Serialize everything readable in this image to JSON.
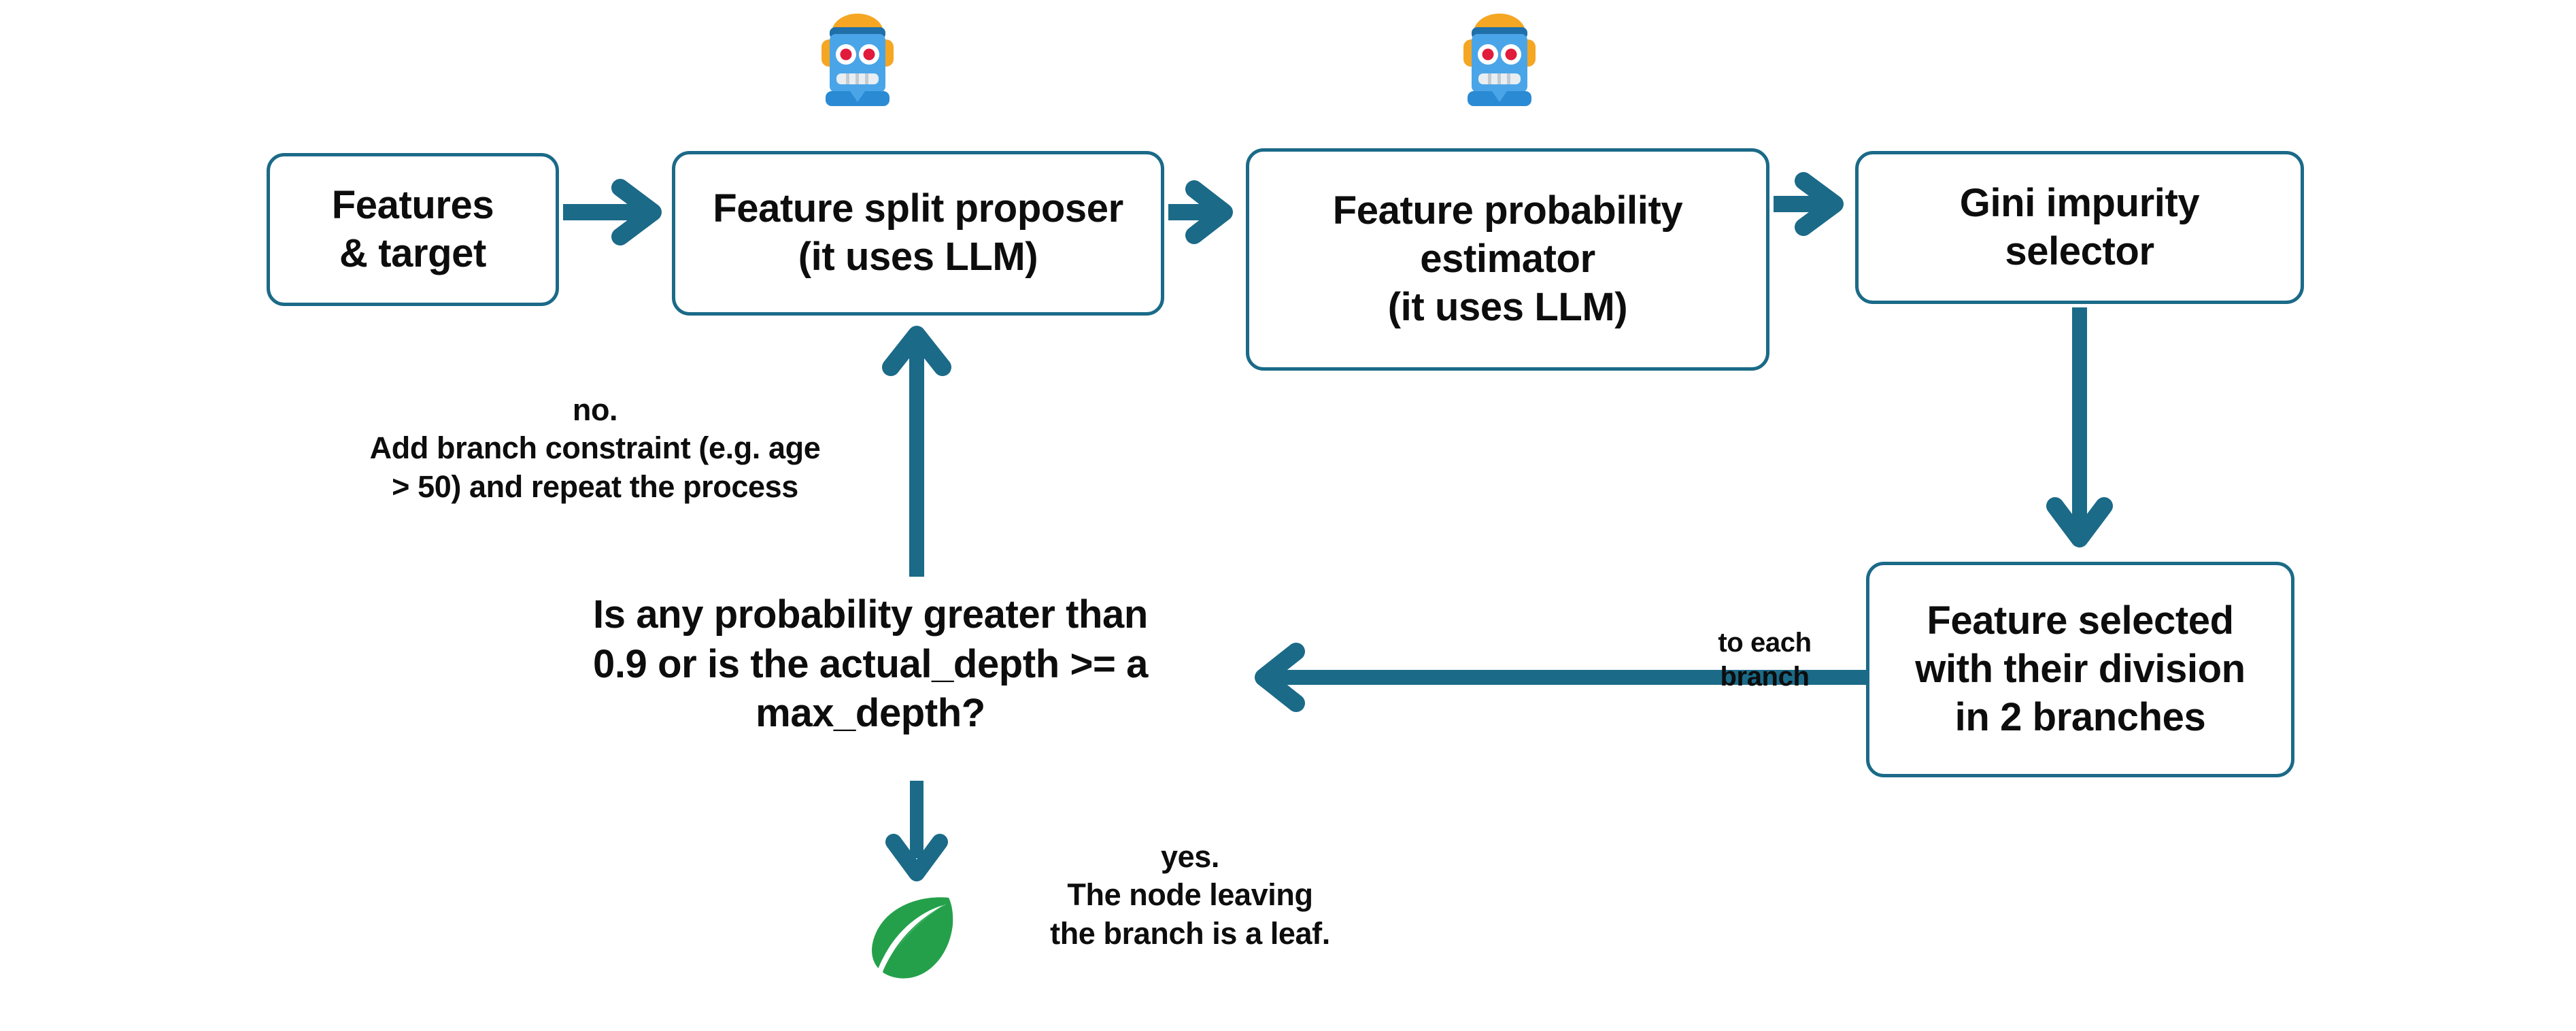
{
  "theme": {
    "accent": "#1B6A88",
    "box_border": "#1B6A88",
    "box_fill": "#FFFFFF",
    "text": "#0D0D0D",
    "leaf_green": "#25A04A",
    "leaf_green_light": "#3CB35F",
    "robot_face": "#4AA5E8",
    "robot_band": "#1F6FA8",
    "robot_ear": "#F5A623",
    "robot_eye_white": "#FFFFFF",
    "robot_eye_red": "#E01B3C",
    "robot_mouth": "#E9EEF2",
    "background": "#FFFFFF"
  },
  "diagram": {
    "title": "LLM decision tree building pipeline",
    "nodes": [
      {
        "id": "features",
        "label": "Features\n& target"
      },
      {
        "id": "proposer",
        "label": "Feature split proposer\n(it uses LLM)"
      },
      {
        "id": "estimator",
        "label": "Feature probability\nestimator\n(it uses LLM)"
      },
      {
        "id": "gini",
        "label": "Gini impurity\nselector"
      },
      {
        "id": "selected",
        "label": "Feature selected\nwith their division\nin 2 branches"
      }
    ],
    "labels": [
      {
        "id": "no",
        "text": "no.\nAdd branch constraint (e.g. age\n> 50) and repeat the process"
      },
      {
        "id": "decision",
        "text": "Is any probability greater than\n0.9 or is the actual_depth >= a\nmax_depth?"
      },
      {
        "id": "yes",
        "text": "yes.\nThe node leaving\nthe branch is a leaf."
      },
      {
        "id": "to_each",
        "text": "to each\nbranch"
      }
    ],
    "icons": [
      {
        "id": "robot-proposer",
        "name": "robot-icon",
        "over": "proposer"
      },
      {
        "id": "robot-estimator",
        "name": "robot-icon",
        "over": "estimator"
      },
      {
        "id": "leaf",
        "name": "leaf-icon",
        "under": "decision"
      }
    ],
    "edges": [
      {
        "id": "features-to-proposer",
        "from": "features",
        "to": "proposer",
        "direction": "right"
      },
      {
        "id": "proposer-to-estimator",
        "from": "proposer",
        "to": "estimator",
        "direction": "right"
      },
      {
        "id": "estimator-to-gini",
        "from": "estimator",
        "to": "gini",
        "direction": "right"
      },
      {
        "id": "gini-to-selected",
        "from": "gini",
        "to": "selected",
        "direction": "down"
      },
      {
        "id": "selected-to-decision",
        "from": "selected",
        "to": "decision",
        "direction": "left",
        "label": "to each branch"
      },
      {
        "id": "decision-to-proposer",
        "from": "decision",
        "to": "proposer",
        "direction": "up",
        "label": "no."
      },
      {
        "id": "decision-to-leaf",
        "from": "decision",
        "to": "leaf",
        "direction": "down",
        "label": "yes."
      }
    ]
  }
}
